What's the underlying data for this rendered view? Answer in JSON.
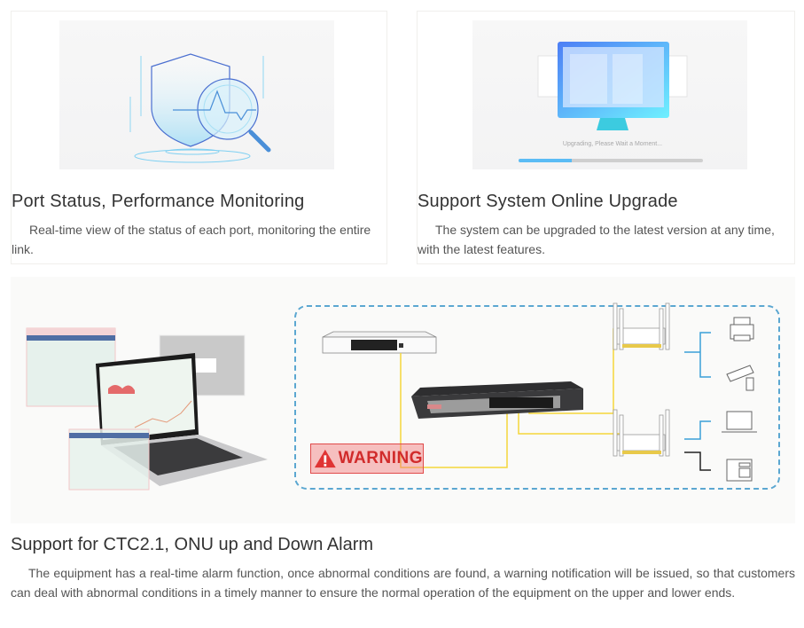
{
  "features": [
    {
      "title": "Port Status, Performance Monitoring",
      "description": "Real-time view of the status of each port, monitoring the entire link.",
      "illustration": "shield-magnifier-pulse"
    },
    {
      "title": "Support System Online Upgrade",
      "description": "The system can be upgraded to the latest version at any time, with the latest features.",
      "illustration": "monitor-upgrade",
      "upgrade_status_text": "Upgrading, Please Wait a Moment...",
      "upgrade_progress": 0.29
    }
  ],
  "banner": {
    "warning_label": "WARNING",
    "devices": [
      "olt-switch",
      "poe-switch",
      "onu-router",
      "onu-router",
      "printer",
      "camera",
      "laptop",
      "phone"
    ],
    "colors": {
      "fiber_line": "#f5d63a",
      "ethernet_line": "#3aa0d8",
      "phone_line": "#222222",
      "dashed_border": "#5ba7d1",
      "warning": "#d12b2b"
    }
  },
  "section": {
    "title": "Support for CTC2.1, ONU up and Down Alarm",
    "description": "The equipment has a real-time alarm function, once abnormal conditions are found, a warning notification will be issued, so that customers can deal with abnormal conditions in a timely manner to ensure the normal operation of the equipment on the upper and lower ends."
  }
}
